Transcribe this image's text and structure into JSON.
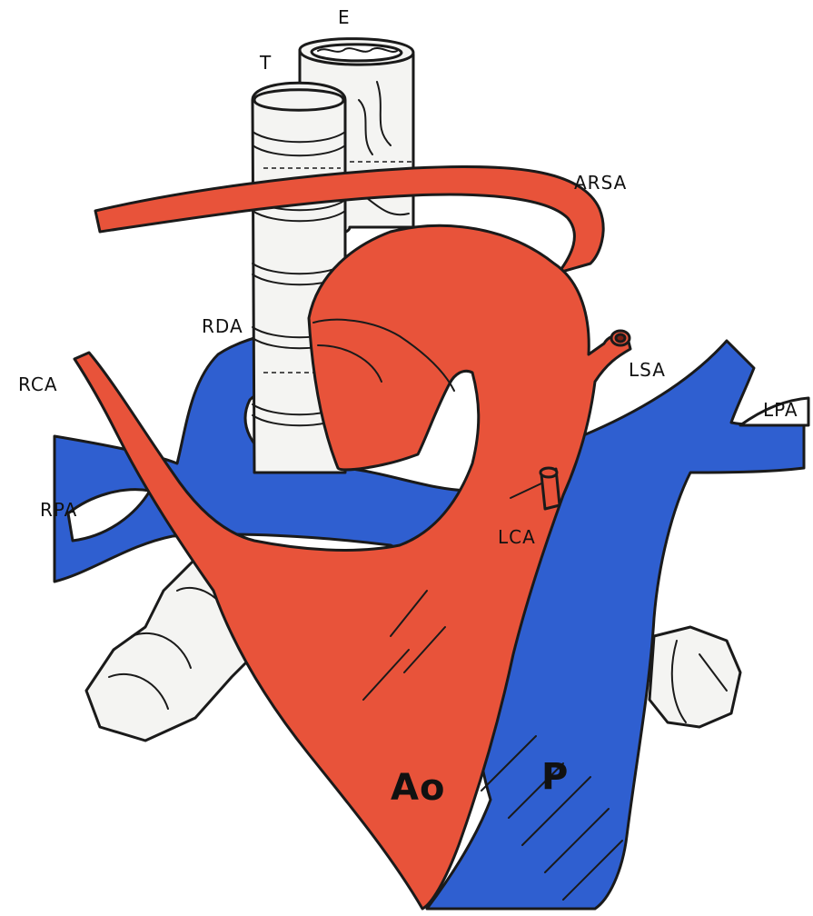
{
  "labels": {
    "esophagus": "E",
    "trachea": "T",
    "arsa": "ARSA",
    "rda": "RDA",
    "rca": "RCA",
    "lsa": "LSA",
    "lpa": "LPA",
    "rpa": "RPA",
    "lca": "LCA",
    "aorta": "Ao",
    "pulmonary_artery": "P"
  },
  "colors": {
    "artery_red": "#e8533a",
    "vein_blue": "#2f5fd0",
    "cartilage_white": "#f4f4f2",
    "ink": "#1a1a1a"
  }
}
